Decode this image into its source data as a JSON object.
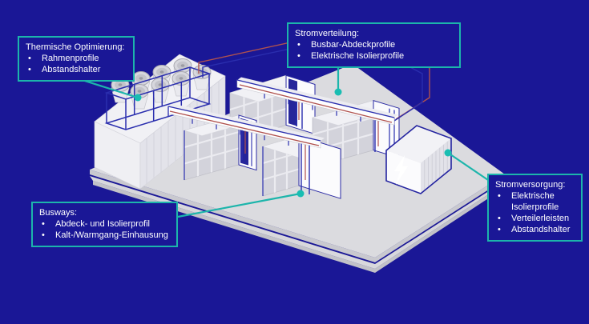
{
  "colors": {
    "background": "#1A1796",
    "accent_teal": "#1CB5AB",
    "busbar_red": "#B0524E",
    "busbar_blue": "#2A2EAE",
    "outline_navy": "#2323A0",
    "floor_gray": "#DBDBDF",
    "text": "#FFFFFF"
  },
  "bullet": "•",
  "callouts": {
    "thermal": {
      "title": "Thermische Optimierung:",
      "items": [
        "Rahmenprofile",
        "Abstandshalter"
      ]
    },
    "distribution": {
      "title": "Stromverteilung:",
      "items": [
        "Busbar-Abdeckprofile",
        "Elektrische Isolierprofile"
      ]
    },
    "busways": {
      "title": "Busways:",
      "items": [
        "Abdeck- und Isolierprofil",
        "Kalt-/Warmgang-Einhausung"
      ]
    },
    "supply": {
      "title": "Stromversorgung:",
      "items": [
        "Elektrische Isolierprofile",
        "Verteilerleisten",
        "Abstandshalter"
      ]
    }
  },
  "icons": {
    "lightning": "lightning-bolt-icon",
    "fan": "fan-icon"
  }
}
